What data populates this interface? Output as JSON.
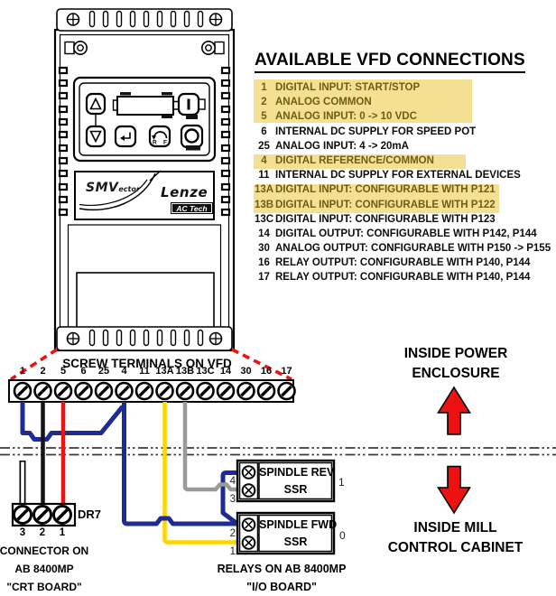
{
  "colors": {
    "wire_blue": "#1e2b96",
    "wire_black": "#141414",
    "wire_red": "#ee1111",
    "wire_yellow": "#ffd400",
    "wire_gray": "#9a9a9a",
    "arrow_red": "#ee1111",
    "dashed_red": "#ee1111",
    "highlight_bg": "#f3e093",
    "highlight_text": "#6f5d12"
  },
  "header": {
    "title": "AVAILABLE VFD CONNECTIONS"
  },
  "connections": [
    {
      "num": "1",
      "label": "DIGITAL INPUT: START/STOP",
      "highlighted": true
    },
    {
      "num": "2",
      "label": "ANALOG COMMON",
      "highlighted": true
    },
    {
      "num": "5",
      "label": "ANALOG INPUT: 0 -> 10 VDC",
      "highlighted": true
    },
    {
      "num": "6",
      "label": "INTERNAL DC SUPPLY FOR SPEED POT",
      "highlighted": false
    },
    {
      "num": "25",
      "label": "ANALOG INPUT: 4 -> 20mA",
      "highlighted": false
    },
    {
      "num": "4",
      "label": "DIGITAL REFERENCE/COMMON",
      "highlighted": true
    },
    {
      "num": "11",
      "label": "INTERNAL DC SUPPLY FOR EXTERNAL DEVICES",
      "highlighted": false
    },
    {
      "num": "13A",
      "label": "DIGITAL INPUT: CONFIGURABLE WITH P121",
      "highlighted": true
    },
    {
      "num": "13B",
      "label": "DIGITAL INPUT: CONFIGURABLE WITH P122",
      "highlighted": true
    },
    {
      "num": "13C",
      "label": "DIGITAL INPUT: CONFIGURABLE WITH P123",
      "highlighted": false
    },
    {
      "num": "14",
      "label": "DIGITAL OUTPUT: CONFIGURABLE WITH P142, P144",
      "highlighted": false
    },
    {
      "num": "30",
      "label": "ANALOG OUTPUT: CONFIGURABLE WITH P150 -> P155",
      "highlighted": false
    },
    {
      "num": "16",
      "label": "RELAY OUTPUT: CONFIGURABLE WITH P140, P144",
      "highlighted": false
    },
    {
      "num": "17",
      "label": "RELAY OUTPUT: CONFIGURABLE WITH P140, P144",
      "highlighted": false
    }
  ],
  "terminal_strip": {
    "caption": "SCREW TERMINALS ON VFD",
    "labels": [
      "1",
      "2",
      "5",
      "6",
      "25",
      "4",
      "11",
      "13A",
      "13B",
      "13C",
      "14",
      "30",
      "16",
      "17"
    ]
  },
  "device": {
    "brand_smv": "SMV",
    "brand_ector": "ector",
    "brand_lenze": "Lenze",
    "brand_actech": "AC Tech",
    "btn_r": "R",
    "btn_f": "F"
  },
  "zones": {
    "power_line1": "INSIDE POWER",
    "power_line2": "ENCLOSURE",
    "mill_line1": "INSIDE MILL",
    "mill_line2": "CONTROL CABINET"
  },
  "dr7": {
    "label": "DR7",
    "pins": [
      "3",
      "2",
      "1"
    ],
    "caption1": "CONNECTOR ON",
    "caption2": "AB 8400MP",
    "caption3": "\"CRT BOARD\""
  },
  "relays": {
    "caption1": "RELAYS ON AB 8400MP",
    "caption2": "\"I/O BOARD\"",
    "rev": {
      "name": "SPINDLE REV",
      "type": "SSR",
      "pin_top": "4",
      "pin_bottom": "3",
      "output": "1"
    },
    "fwd": {
      "name": "SPINDLE FWD",
      "type": "SSR",
      "pin_top": "2",
      "pin_bottom": "1",
      "output": "0"
    }
  }
}
